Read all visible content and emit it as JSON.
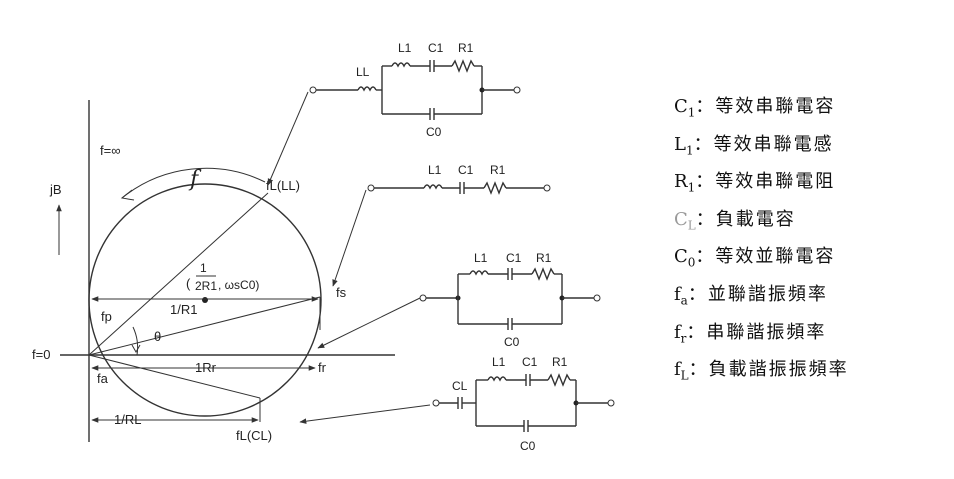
{
  "diagram": {
    "axis_labels": {
      "jB": "jB",
      "f_inf": "f=∞",
      "f_zero": "f=0"
    },
    "arc_label": "f",
    "points": {
      "fL_LL": "fL(LL)",
      "fs": "fs",
      "fp": "fp",
      "fa": "fa",
      "fr": "fr",
      "fL_CL": "fL(CL)"
    },
    "center_label": {
      "frac_num": "1",
      "frac_den": "2R1",
      "rest": ", ωsC0)"
    },
    "measure_labels": {
      "inv_R1": "1/R1",
      "theta": "θ",
      "inv_Rr": "1Rr",
      "inv_RL": "1/RL"
    },
    "circuits": [
      {
        "id": "LL",
        "series_label": "LL",
        "labels": [
          "L1",
          "C1",
          "R1"
        ],
        "parallel_label": "C0"
      },
      {
        "id": "series",
        "labels": [
          "L1",
          "C1",
          "R1"
        ]
      },
      {
        "id": "basic",
        "labels": [
          "L1",
          "C1",
          "R1"
        ],
        "parallel_label": "C0"
      },
      {
        "id": "CL",
        "series_label": "CL",
        "labels": [
          "L1",
          "C1",
          "R1"
        ],
        "parallel_label": "C0"
      }
    ]
  },
  "legend": [
    {
      "sym_main": "C",
      "sym_sub": "1",
      "desc": "：等效串聯電容",
      "color": "#111111"
    },
    {
      "sym_main": "L",
      "sym_sub": "1",
      "desc": "：等效串聯電感",
      "color": "#111111"
    },
    {
      "sym_main": "R",
      "sym_sub": "1",
      "desc": "：等效串聯電阻",
      "color": "#111111"
    },
    {
      "sym_main": "C",
      "sym_sub": "L",
      "desc": "：負載電容",
      "color": "#9a9a9a"
    },
    {
      "sym_main": "C",
      "sym_sub": "0",
      "desc": "：等效並聯電容",
      "color": "#111111"
    },
    {
      "sym_main": "f",
      "sym_sub": "a",
      "desc": "：並聯諧振頻率",
      "color": "#111111"
    },
    {
      "sym_main": "f",
      "sym_sub": "r",
      "desc": "：串聯諧振頻率",
      "color": "#111111"
    },
    {
      "sym_main": "f",
      "sym_sub": "L",
      "desc": "：負載諧振振頻率",
      "color": "#111111"
    }
  ]
}
